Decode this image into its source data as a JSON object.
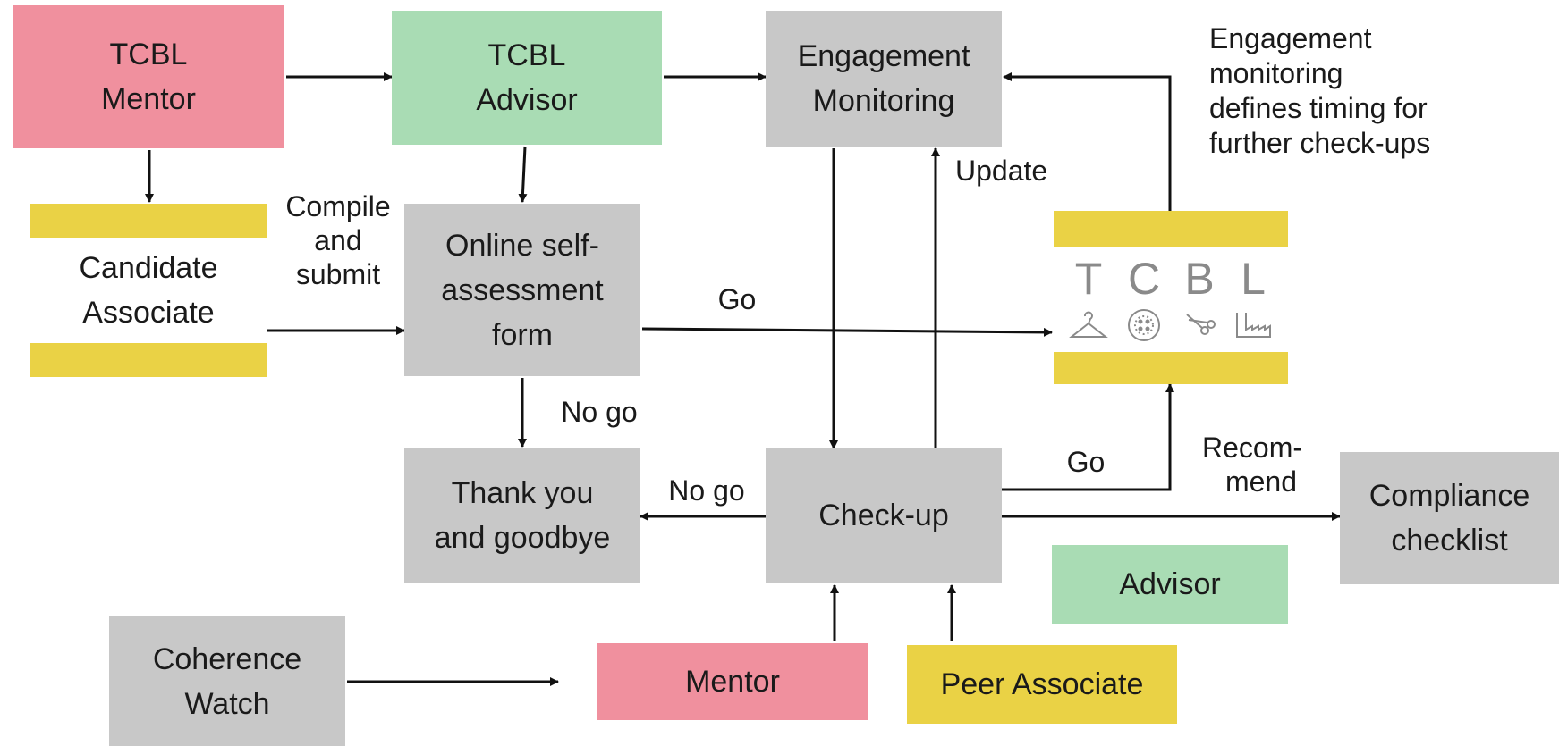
{
  "boxes": {
    "tcbl_mentor": [
      "TCBL",
      "Mentor"
    ],
    "tcbl_advisor": [
      "TCBL",
      "Advisor"
    ],
    "engagement_monitoring": [
      "Engagement",
      "Monitoring"
    ],
    "candidate_associate": [
      "Candidate",
      "Associate"
    ],
    "self_assessment": [
      "Online self-",
      "assessment",
      "form"
    ],
    "thank_you": [
      "Thank you",
      "and goodbye"
    ],
    "check_up": "Check-up",
    "compliance": [
      "Compliance",
      "checklist"
    ],
    "advisor": "Advisor",
    "coherence_watch": [
      "Coherence",
      "Watch"
    ],
    "mentor": "Mentor",
    "peer_associate": "Peer Associate"
  },
  "labels": {
    "compile": [
      "Compile",
      "and",
      "submit"
    ],
    "go_top": "Go",
    "no_go_down": "No go",
    "update": "Update",
    "go_right": "Go",
    "recommend": [
      "Recom-",
      "mend"
    ],
    "no_go_left": "No go"
  },
  "note": [
    "Engagement",
    "monitoring",
    "defines timing for",
    "further check-ups"
  ],
  "tcbl_panel": {
    "letters": [
      "T",
      "C",
      "B",
      "L"
    ],
    "icons": [
      "hanger-icon",
      "button-icon",
      "scissors-icon",
      "factory-icon"
    ]
  },
  "colors": {
    "mentor_pink": "#f0909e",
    "advisor_green": "#a9dcb4",
    "process_grey": "#c8c8c8",
    "associate_yellow": "#ead245"
  }
}
